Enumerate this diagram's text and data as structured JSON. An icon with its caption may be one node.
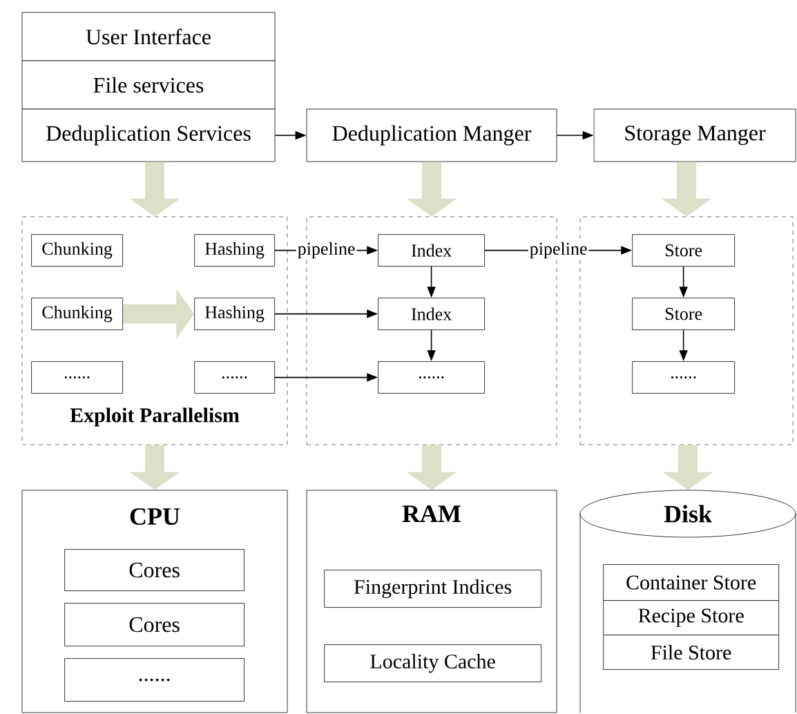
{
  "diagram": {
    "nodes": [
      {
        "text": [
          "User Interface"
        ]
      },
      {
        "text": [
          "File services"
        ]
      },
      {
        "text": [
          "Deduplication Services"
        ]
      },
      {
        "text": [
          "Deduplication Manger"
        ]
      },
      {
        "text": [
          "Storage Manger"
        ]
      },
      {
        "text": [
          "Exploit Parallelism"
        ]
      },
      {
        "text": [],
        "shape": "box"
      },
      {
        "text": [],
        "shape": "box"
      },
      {
        "text": [
          "Chunking"
        ],
        "in": 5
      },
      {
        "text": [
          "Chunking"
        ],
        "in": 5
      },
      {
        "text": [
          "......"
        ],
        "in": 5
      },
      {
        "text": [
          "Hashing"
        ],
        "in": 5
      },
      {
        "text": [
          "Hashing"
        ],
        "in": 5
      },
      {
        "text": [
          "......"
        ],
        "in": 5
      },
      {
        "text": [
          "Index"
        ],
        "in": 6
      },
      {
        "text": [
          "Index"
        ],
        "in": 6
      },
      {
        "text": [
          "......"
        ],
        "in": 6
      },
      {
        "text": [
          "Store"
        ],
        "in": 7
      },
      {
        "text": [
          "Store"
        ],
        "in": 7
      },
      {
        "text": [
          "......"
        ],
        "in": 7
      },
      {
        "text": [
          "CPU"
        ]
      },
      {
        "text": [
          "Cores"
        ],
        "in": 20
      },
      {
        "text": [
          "Cores"
        ],
        "in": 20
      },
      {
        "text": [
          "......"
        ],
        "in": 20
      },
      {
        "text": [
          "RAM"
        ]
      },
      {
        "text": [
          "Fingerprint Indices"
        ],
        "in": 24
      },
      {
        "text": [
          "Locality Cache"
        ],
        "in": 24
      },
      {
        "text": [
          "Disk"
        ]
      },
      {
        "text": [
          "Container Store"
        ],
        "in": 27
      },
      {
        "text": [
          "Recipe Store"
        ],
        "in": 27
      },
      {
        "text": [
          "File Store"
        ],
        "in": 27
      }
    ],
    "edges": [
      {
        "from": 2,
        "to": 3,
        "arrow": "to"
      },
      {
        "from": 3,
        "to": 4,
        "arrow": "to"
      },
      {
        "from": 2,
        "to": 5,
        "arrow": "to",
        "style": "thick",
        "color": "#dde0c9"
      },
      {
        "from": 3,
        "to": 6,
        "arrow": "to",
        "style": "thick",
        "color": "#dde0c9"
      },
      {
        "from": 4,
        "to": 7,
        "arrow": "to",
        "style": "thick",
        "color": "#dde0c9"
      },
      {
        "from": 9,
        "to": 12,
        "arrow": "to",
        "style": "thick",
        "color": "#dde0c9"
      },
      {
        "from": 11,
        "to": 14,
        "arrow": "to",
        "label": "pipeline"
      },
      {
        "from": 14,
        "to": 17,
        "arrow": "to",
        "label": "pipeline"
      },
      {
        "from": 12,
        "to": 15,
        "arrow": "to"
      },
      {
        "from": 13,
        "to": 16,
        "arrow": "to"
      },
      {
        "from": 14,
        "to": 15,
        "arrow": "to"
      },
      {
        "from": 15,
        "to": 16,
        "arrow": "to"
      },
      {
        "from": 17,
        "to": 18,
        "arrow": "to"
      },
      {
        "from": 18,
        "to": 19,
        "arrow": "to"
      },
      {
        "from": 5,
        "to": 20,
        "arrow": "to",
        "style": "thick",
        "color": "#dde0c9"
      },
      {
        "from": 6,
        "to": 24,
        "arrow": "to",
        "style": "thick",
        "color": "#dde0c9"
      },
      {
        "from": 7,
        "to": 27,
        "arrow": "to",
        "style": "thick",
        "color": "#dde0c9"
      }
    ]
  }
}
